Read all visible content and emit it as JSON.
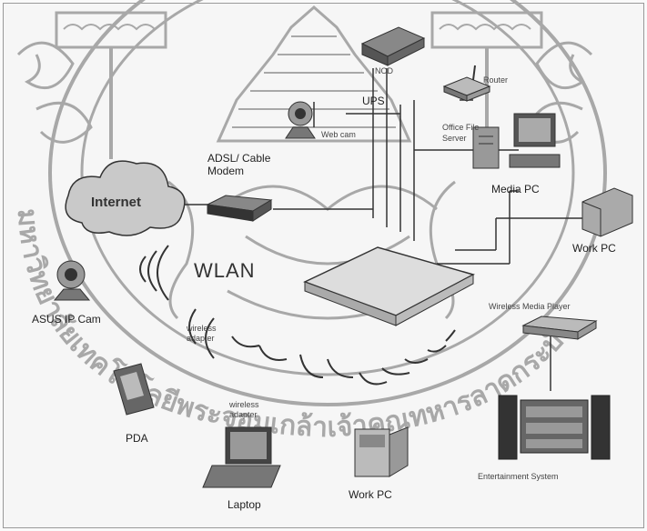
{
  "labels": {
    "internet": "Internet",
    "adsl_modem": "ADSL/ Cable Modem",
    "ups": "UPS",
    "nod": "NOD",
    "router": "Router",
    "web_cam": "Web cam",
    "office_file_server": "Office File Server",
    "media_pc": "Media PC",
    "wlan": "WLAN",
    "work_pc_right": "Work PC",
    "asus_ip_cam": "ASUS IP Cam",
    "wireless_media_player": "Wireless Media Player",
    "pda": "PDA",
    "laptop": "Laptop",
    "work_pc_bottom": "Work PC",
    "entertainment_system": "Entertainment System",
    "wireless_adapter_left": "wireless adapter",
    "wireless_adapter_mid": "wireless adapter"
  },
  "watermark": {
    "text": "มหาวิทยาลัยเทคโนโลยีพระจอมเกล้าเจ้าคุณทหารลาดกระบัง"
  },
  "colors": {
    "ink": "#222222",
    "watermark": "#a8a8a8",
    "device": "#555555",
    "line": "#333333"
  },
  "icons": {
    "internet": "cloud-icon",
    "modem": "modem-icon",
    "router": "router-icon",
    "ups": "ups-icon",
    "webcam": "webcam-icon",
    "server": "server-icon",
    "media_pc": "desktop-pc-icon",
    "work_pc": "desktop-pc-icon",
    "ip_cam": "ip-camera-icon",
    "media_player": "media-player-icon",
    "pda": "pda-icon",
    "laptop": "laptop-icon",
    "entertainment": "speaker-system-icon",
    "access_point": "access-point-icon"
  }
}
